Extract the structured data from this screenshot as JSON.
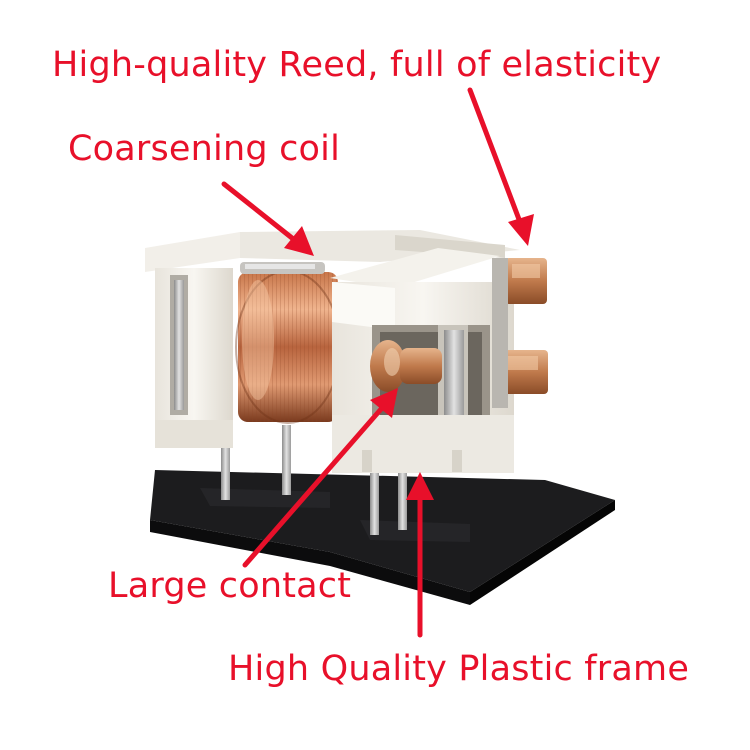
{
  "colors": {
    "annotation": "#e8102a",
    "background": "#ffffff"
  },
  "annotations": [
    {
      "text": "High-quality Reed, full of elasticity"
    },
    {
      "text": "Coarsening coil"
    },
    {
      "text": "Large contact"
    },
    {
      "text": "High Quality Plastic frame"
    }
  ]
}
